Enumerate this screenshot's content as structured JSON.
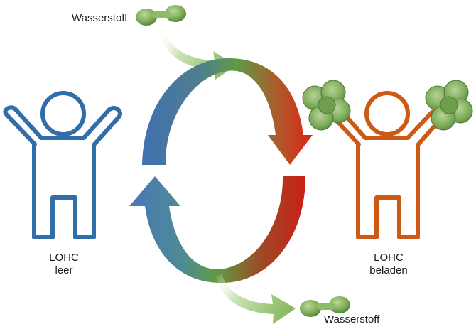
{
  "labels": {
    "hydrogen_in": "Wasserstoff",
    "hydrogen_out": "Wasserstoff",
    "empty_line1": "LOHC",
    "empty_line2": "leer",
    "loaded_line1": "LOHC",
    "loaded_line2": "beladen"
  },
  "colors": {
    "empty_figure": "#2f6ea8",
    "loaded_figure": "#cc5a14",
    "molecule_green": "#7fae5a",
    "cycle_blue": "#3d6fb0",
    "cycle_green": "#5c9a3e",
    "cycle_red": "#d42418",
    "flow_arrow_green": "#8fc06a"
  },
  "icons": {
    "h2_molecule_in": "hydrogen-molecule-icon",
    "h2_molecule_out": "hydrogen-molecule-icon",
    "empty_carrier": "person-figure-icon",
    "loaded_carrier": "person-figure-holding-molecules-icon"
  }
}
